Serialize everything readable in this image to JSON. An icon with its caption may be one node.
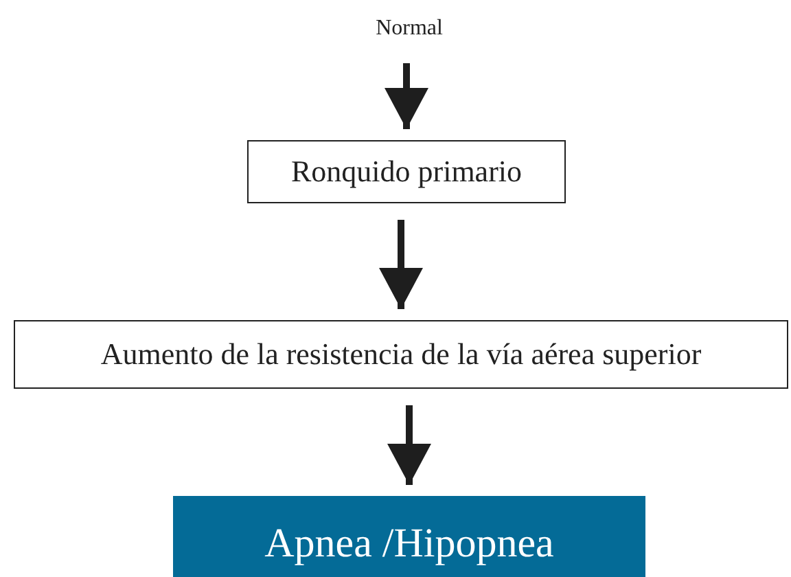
{
  "diagram": {
    "nodes": [
      {
        "text": [
          "Normal"
        ]
      },
      {
        "text": [
          "Ronquido primario"
        ]
      },
      {
        "text": [
          "Aumento de la resistencia de la vía aérea superior"
        ]
      },
      {
        "text": [
          "Apnea /Hipopnea"
        ]
      }
    ],
    "edges": [
      {
        "from": 0,
        "to": 1,
        "arrow": "to"
      },
      {
        "from": 1,
        "to": 2,
        "arrow": "to"
      },
      {
        "from": 2,
        "to": 3,
        "arrow": "to"
      }
    ]
  }
}
